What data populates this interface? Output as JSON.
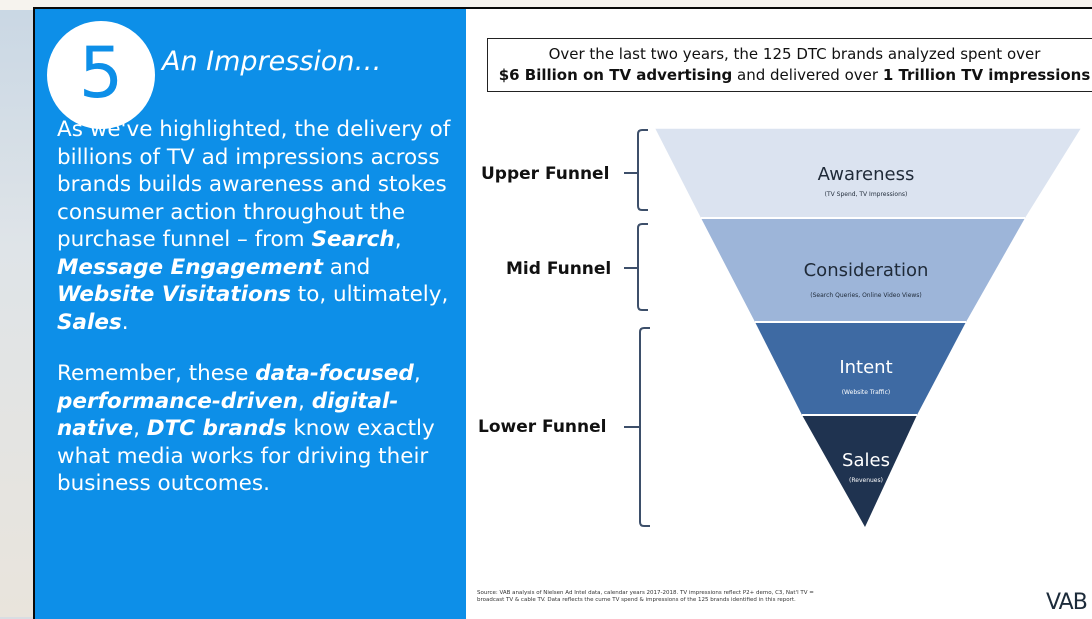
{
  "slide": {
    "number": "5",
    "heading": "An Impression…",
    "body_p1": [
      {
        "t": "As we've highlighted, the delivery of billions of TV ad impressions across brands builds awareness and stokes consumer action throughout the purchase funnel – from ",
        "b": false
      },
      {
        "t": "Search",
        "b": true
      },
      {
        "t": ", ",
        "b": false
      },
      {
        "t": "Message Engagement",
        "b": true
      },
      {
        "t": " and ",
        "b": false
      },
      {
        "t": "Website Visitations",
        "b": true
      },
      {
        "t": " to, ultimately, ",
        "b": false
      },
      {
        "t": "Sales",
        "b": true
      },
      {
        "t": ".",
        "b": false
      }
    ],
    "body_p2": [
      {
        "t": "Remember, these ",
        "b": false
      },
      {
        "t": "data-focused",
        "b": true
      },
      {
        "t": ", ",
        "b": false
      },
      {
        "t": "performance-driven",
        "b": true
      },
      {
        "t": ", ",
        "b": false
      },
      {
        "t": "digital-native",
        "b": true
      },
      {
        "t": ", ",
        "b": false
      },
      {
        "t": "DTC brands",
        "b": true
      },
      {
        "t": " know exactly what media works for driving their business outcomes.",
        "b": false
      }
    ]
  },
  "banner": {
    "line1": "Over the last two years, the 125 DTC brands analyzed spent over",
    "line2_bold1": "$6 Billion on TV advertising",
    "line2_mid": " and delivered over ",
    "line2_bold2": "1 Trillion TV impressions"
  },
  "funnel": {
    "groups": [
      {
        "label": "Upper Funnel"
      },
      {
        "label": "Mid Funnel"
      },
      {
        "label": "Lower Funnel"
      }
    ],
    "stages": [
      {
        "title": "Awareness",
        "sub": "(TV Spend, TV Impressions)",
        "color": "#dbe3f0",
        "text_color": "#1f2a38"
      },
      {
        "title": "Consideration",
        "sub": "(Search Queries, Online Video Views)",
        "color": "#9db5d9",
        "text_color": "#1f2a38"
      },
      {
        "title": "Intent",
        "sub": "(Website Traffic)",
        "color": "#3e6aa3",
        "text_color": "#ffffff"
      },
      {
        "title": "Sales",
        "sub": "(Revenues)",
        "color": "#1f3350",
        "text_color": "#ffffff"
      }
    ]
  },
  "footer": {
    "source": "Source: VAB analysis of Nielsen Ad Intel data, calendar years 2017-2018. TV impressions reflect P2+ demo, C3, Nat'l TV = broadcast TV & cable TV. Data reflects the cume TV spend & impressions of the 125 brands identified in this report.",
    "logo": "VAB"
  },
  "colors": {
    "panel_blue": "#0d8fe8"
  }
}
